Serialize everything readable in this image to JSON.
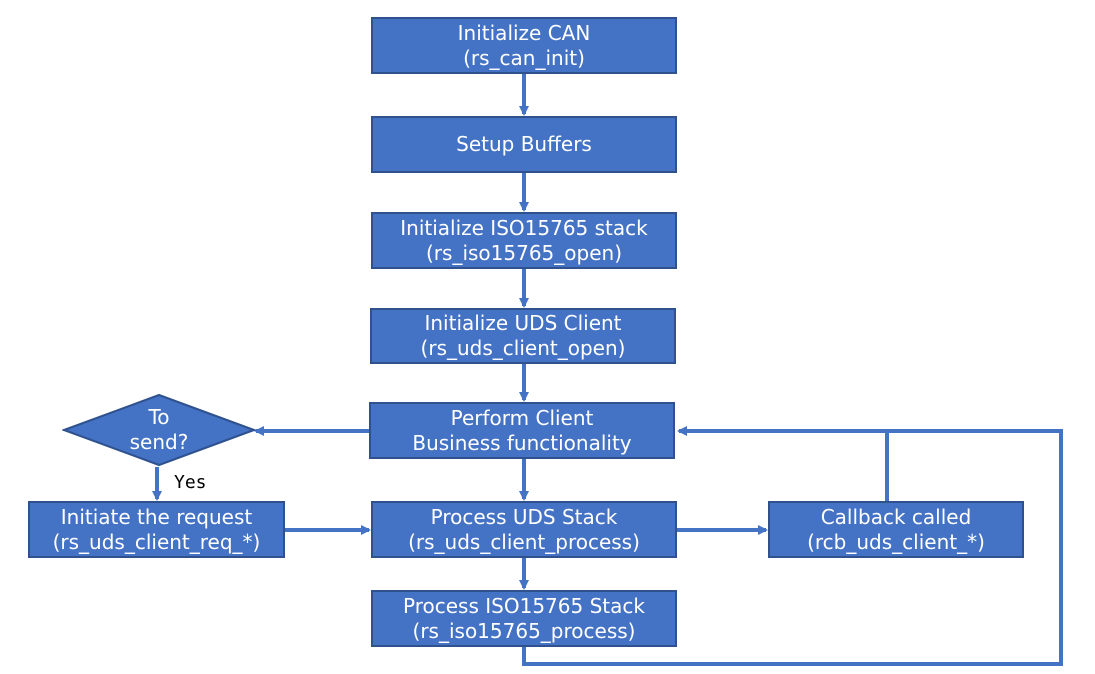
{
  "nodes": {
    "init_can": {
      "line1": "Initialize CAN",
      "line2": "(rs_can_init)"
    },
    "setup_buffers": {
      "line1": "Setup Buffers"
    },
    "init_iso": {
      "line1": "Initialize ISO15765 stack",
      "line2": "(rs_iso15765_open)"
    },
    "init_uds": {
      "line1": "Initialize UDS Client",
      "line2": "(rs_uds_client_open)"
    },
    "perform": {
      "line1": "Perform Client",
      "line2": "Business functionality"
    },
    "process_uds": {
      "line1": "Process UDS Stack",
      "line2": "(rs_uds_client_process)"
    },
    "process_iso": {
      "line1": "Process ISO15765 Stack",
      "line2": "(rs_iso15765_process)"
    },
    "initiate": {
      "line1": "Initiate the request",
      "line2": "(rs_uds_client_req_*)"
    },
    "callback": {
      "line1": "Callback called",
      "line2": "(rcb_uds_client_*)"
    }
  },
  "decision": {
    "line1": "To",
    "line2": "send?"
  },
  "edge_labels": {
    "yes": "Yes"
  },
  "colors": {
    "node_fill": "#4472c4",
    "node_border": "#2f528f",
    "connector": "#4472c4",
    "text": "#ffffff"
  }
}
